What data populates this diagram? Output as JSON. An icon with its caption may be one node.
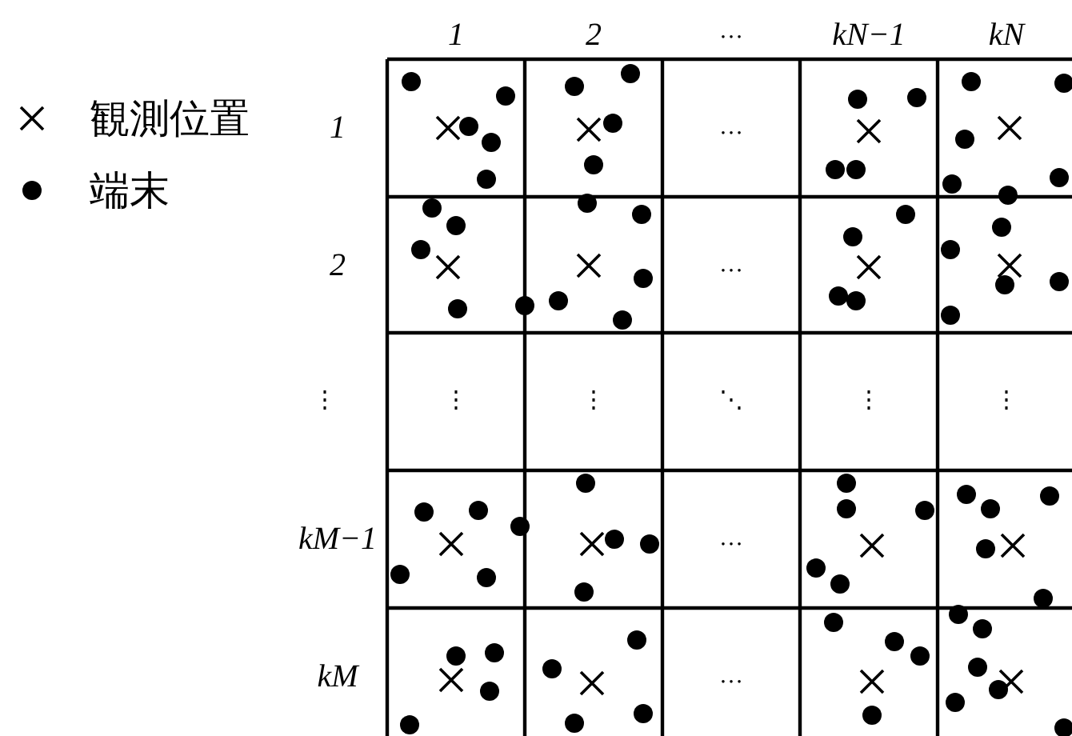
{
  "diagram": {
    "labels": [
      "1",
      "2",
      "…",
      "kN−1",
      "kN",
      "1",
      "…",
      "2",
      "…",
      "⋮",
      "⋮",
      "⋮",
      "⋱",
      "⋮",
      "⋮",
      "kM−1",
      "…",
      "kM",
      "…"
    ],
    "legend": [
      {
        "text": "観測位置"
      },
      {
        "text": "端末"
      }
    ]
  }
}
